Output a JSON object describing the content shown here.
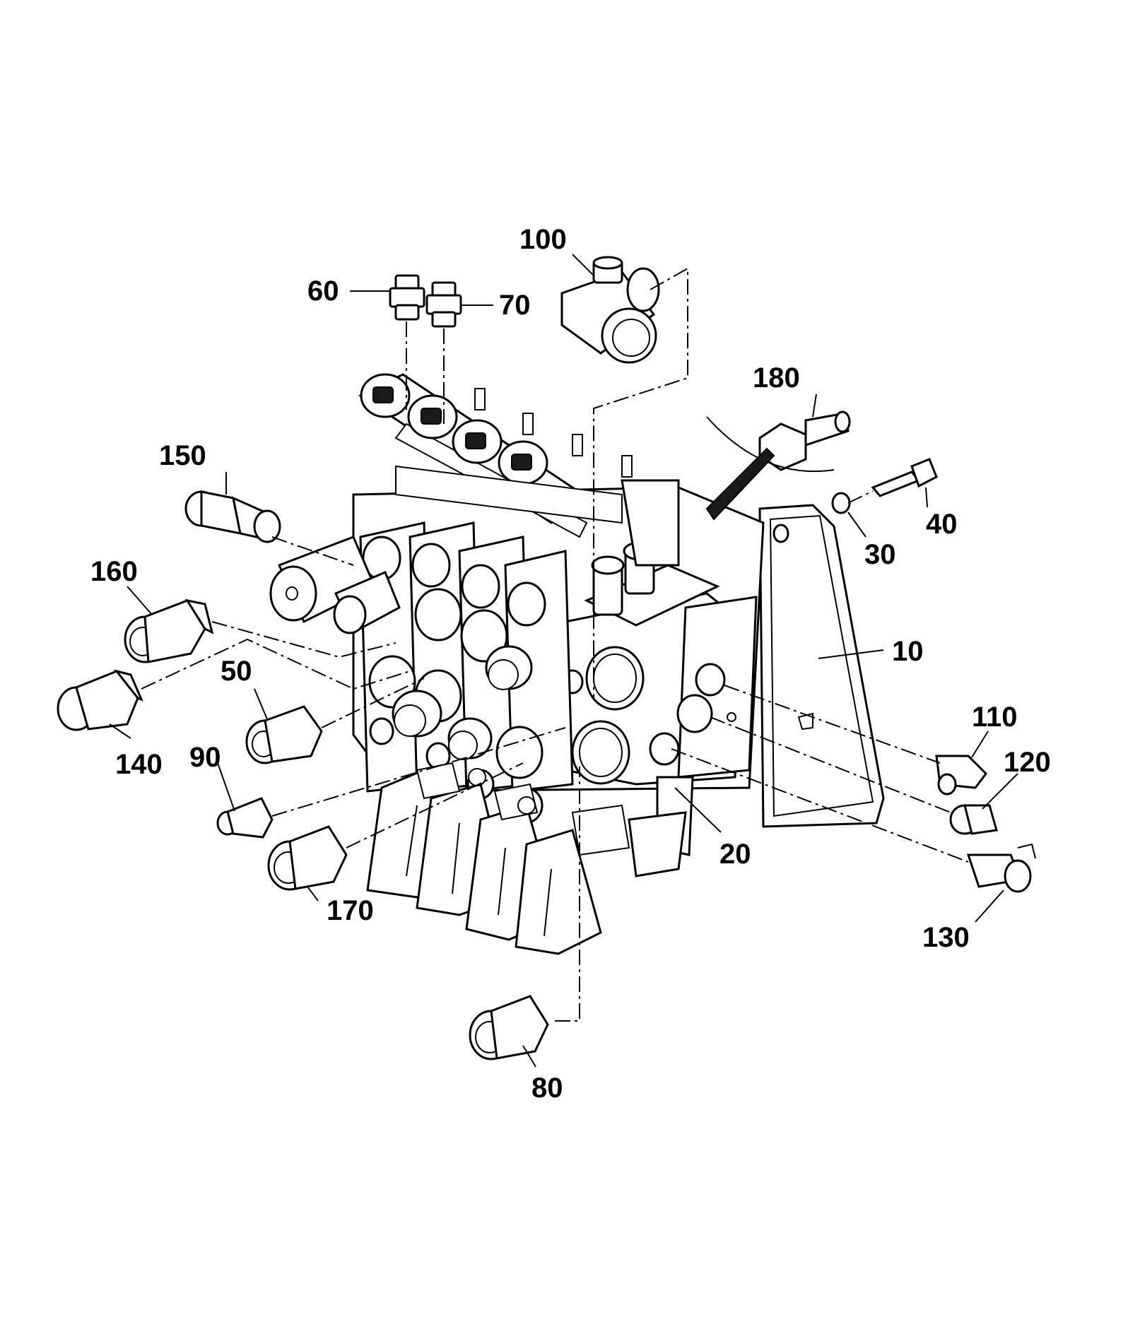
{
  "callouts": {
    "c10": "10",
    "c20": "20",
    "c30": "30",
    "c40": "40",
    "c50": "50",
    "c60": "60",
    "c70": "70",
    "c80": "80",
    "c90": "90",
    "c100": "100",
    "c110": "110",
    "c120": "120",
    "c130": "130",
    "c140": "140",
    "c150": "150",
    "c160": "160",
    "c170": "170",
    "c180": "180"
  }
}
